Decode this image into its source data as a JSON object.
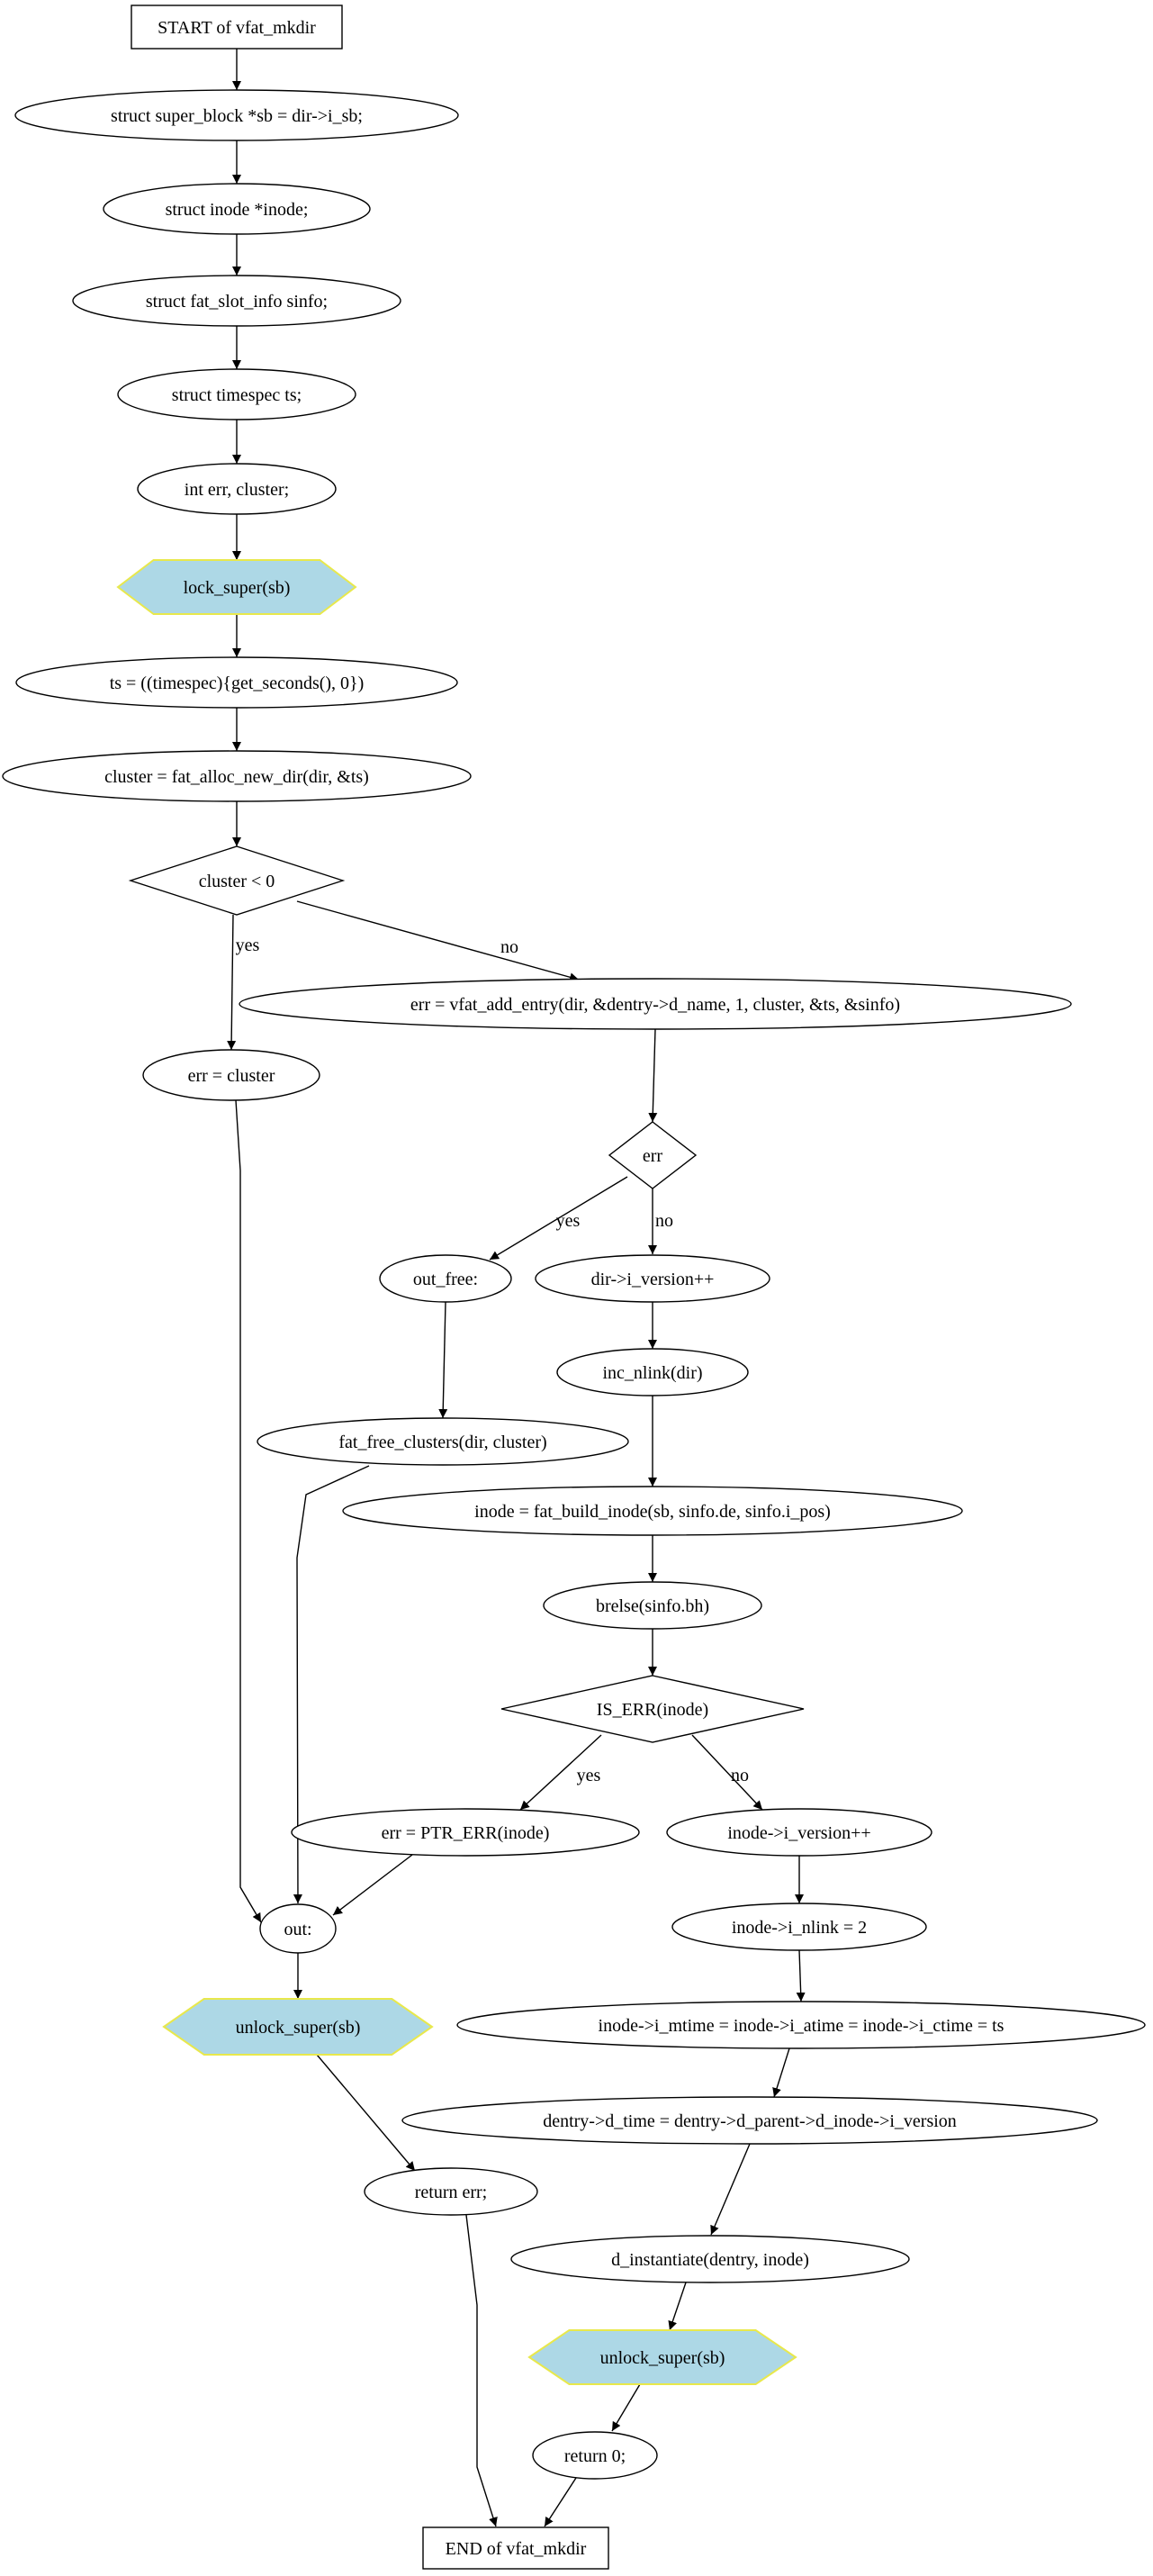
{
  "diagram": {
    "type": "flowchart",
    "colors": {
      "stroke": "#000000",
      "hexagon_fill": "#add8e6",
      "hexagon_stroke": "#e8e84c",
      "background": "#ffffff"
    },
    "nodes": [
      {
        "id": "start",
        "shape": "box",
        "label": "START of vfat_mkdir"
      },
      {
        "id": "n_sb",
        "shape": "ellipse",
        "label": "struct super_block *sb = dir->i_sb;"
      },
      {
        "id": "n_inode",
        "shape": "ellipse",
        "label": "struct inode *inode;"
      },
      {
        "id": "n_sinfo",
        "shape": "ellipse",
        "label": "struct fat_slot_info sinfo;"
      },
      {
        "id": "n_ts",
        "shape": "ellipse",
        "label": "struct timespec ts;"
      },
      {
        "id": "n_err",
        "shape": "ellipse",
        "label": "int err, cluster;"
      },
      {
        "id": "n_lock",
        "shape": "hexagon",
        "label": "lock_super(sb)"
      },
      {
        "id": "n_tsassign",
        "shape": "ellipse",
        "label": "ts = ((timespec){get_seconds(), 0})"
      },
      {
        "id": "n_alloc",
        "shape": "ellipse",
        "label": "cluster = fat_alloc_new_dir(dir, &ts)"
      },
      {
        "id": "d_cluster",
        "shape": "diamond",
        "label": "cluster < 0"
      },
      {
        "id": "n_errcluster",
        "shape": "ellipse",
        "label": "err = cluster"
      },
      {
        "id": "n_addentry",
        "shape": "ellipse",
        "label": "err = vfat_add_entry(dir, &dentry->d_name, 1, cluster, &ts, &sinfo)"
      },
      {
        "id": "d_err",
        "shape": "diamond",
        "label": "err"
      },
      {
        "id": "n_outfree",
        "shape": "ellipse",
        "label": "out_free:"
      },
      {
        "id": "n_dirver",
        "shape": "ellipse",
        "label": "dir->i_version++"
      },
      {
        "id": "n_incnlink",
        "shape": "ellipse",
        "label": "inc_nlink(dir)"
      },
      {
        "id": "n_freeclusters",
        "shape": "ellipse",
        "label": "fat_free_clusters(dir, cluster)"
      },
      {
        "id": "n_build",
        "shape": "ellipse",
        "label": "inode = fat_build_inode(sb, sinfo.de, sinfo.i_pos)"
      },
      {
        "id": "n_brelse",
        "shape": "ellipse",
        "label": "brelse(sinfo.bh)"
      },
      {
        "id": "d_iserr",
        "shape": "diamond",
        "label": "IS_ERR(inode)"
      },
      {
        "id": "n_ptrerr",
        "shape": "ellipse",
        "label": "err = PTR_ERR(inode)"
      },
      {
        "id": "n_inodever",
        "shape": "ellipse",
        "label": "inode->i_version++"
      },
      {
        "id": "n_out",
        "shape": "ellipse",
        "label": "out:"
      },
      {
        "id": "n_nlink2",
        "shape": "ellipse",
        "label": "inode->i_nlink = 2"
      },
      {
        "id": "n_unlock1",
        "shape": "hexagon",
        "label": "unlock_super(sb)"
      },
      {
        "id": "n_times",
        "shape": "ellipse",
        "label": "inode->i_mtime = inode->i_atime = inode->i_ctime = ts"
      },
      {
        "id": "n_dtime",
        "shape": "ellipse",
        "label": "dentry->d_time = dentry->d_parent->d_inode->i_version"
      },
      {
        "id": "n_returnerr",
        "shape": "ellipse",
        "label": "return err;"
      },
      {
        "id": "n_instantiate",
        "shape": "ellipse",
        "label": "d_instantiate(dentry, inode)"
      },
      {
        "id": "n_unlock2",
        "shape": "hexagon",
        "label": "unlock_super(sb)"
      },
      {
        "id": "n_return0",
        "shape": "ellipse",
        "label": "return 0;"
      },
      {
        "id": "end",
        "shape": "box",
        "label": "END of vfat_mkdir"
      }
    ],
    "edges": [
      {
        "from": "start",
        "to": "n_sb",
        "label": ""
      },
      {
        "from": "n_sb",
        "to": "n_inode",
        "label": ""
      },
      {
        "from": "n_inode",
        "to": "n_sinfo",
        "label": ""
      },
      {
        "from": "n_sinfo",
        "to": "n_ts",
        "label": ""
      },
      {
        "from": "n_ts",
        "to": "n_err",
        "label": ""
      },
      {
        "from": "n_err",
        "to": "n_lock",
        "label": ""
      },
      {
        "from": "n_lock",
        "to": "n_tsassign",
        "label": ""
      },
      {
        "from": "n_tsassign",
        "to": "n_alloc",
        "label": ""
      },
      {
        "from": "n_alloc",
        "to": "d_cluster",
        "label": ""
      },
      {
        "from": "d_cluster",
        "to": "n_errcluster",
        "label": "yes"
      },
      {
        "from": "d_cluster",
        "to": "n_addentry",
        "label": "no"
      },
      {
        "from": "n_addentry",
        "to": "d_err",
        "label": ""
      },
      {
        "from": "d_err",
        "to": "n_outfree",
        "label": "yes"
      },
      {
        "from": "d_err",
        "to": "n_dirver",
        "label": "no"
      },
      {
        "from": "n_dirver",
        "to": "n_incnlink",
        "label": ""
      },
      {
        "from": "n_outfree",
        "to": "n_freeclusters",
        "label": ""
      },
      {
        "from": "n_incnlink",
        "to": "n_build",
        "label": ""
      },
      {
        "from": "n_build",
        "to": "n_brelse",
        "label": ""
      },
      {
        "from": "n_brelse",
        "to": "d_iserr",
        "label": ""
      },
      {
        "from": "d_iserr",
        "to": "n_ptrerr",
        "label": "yes"
      },
      {
        "from": "d_iserr",
        "to": "n_inodever",
        "label": "no"
      },
      {
        "from": "n_errcluster",
        "to": "n_out",
        "label": ""
      },
      {
        "from": "n_freeclusters",
        "to": "n_out",
        "label": ""
      },
      {
        "from": "n_ptrerr",
        "to": "n_out",
        "label": ""
      },
      {
        "from": "n_inodever",
        "to": "n_nlink2",
        "label": ""
      },
      {
        "from": "n_out",
        "to": "n_unlock1",
        "label": ""
      },
      {
        "from": "n_nlink2",
        "to": "n_times",
        "label": ""
      },
      {
        "from": "n_unlock1",
        "to": "n_returnerr",
        "label": ""
      },
      {
        "from": "n_times",
        "to": "n_dtime",
        "label": ""
      },
      {
        "from": "n_dtime",
        "to": "n_instantiate",
        "label": ""
      },
      {
        "from": "n_instantiate",
        "to": "n_unlock2",
        "label": ""
      },
      {
        "from": "n_unlock2",
        "to": "n_return0",
        "label": ""
      },
      {
        "from": "n_returnerr",
        "to": "end",
        "label": ""
      },
      {
        "from": "n_return0",
        "to": "end",
        "label": ""
      }
    ]
  }
}
